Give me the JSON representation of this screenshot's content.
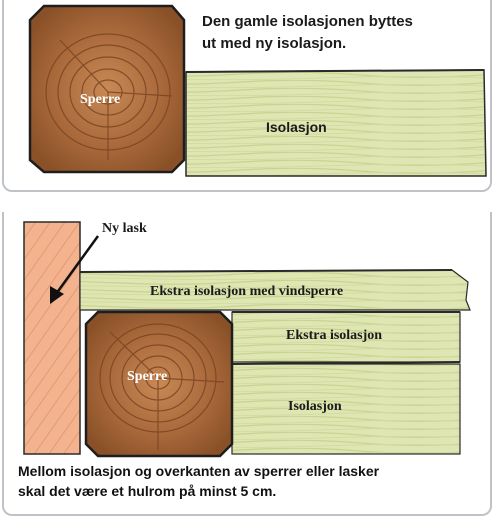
{
  "top": {
    "caption_line1": "Den gamle isolasjonen byttes",
    "caption_line2": "ut med ny isolasjon.",
    "rafter_label": "Sperre",
    "insulation_label": "Isolasjon"
  },
  "bottom": {
    "new_strip_label": "Ny lask",
    "extra_wind_label": "Ekstra isolasjon med vindsperre",
    "extra_label": "Ekstra isolasjon",
    "rafter_label": "Sperre",
    "insulation_label": "Isolasjon"
  },
  "footer": {
    "line1": "Mellom isolasjon og overkanten av sperrer eller lasker",
    "line2": "skal det være et hulrom på minst 5 cm."
  },
  "colors": {
    "wood": "#a8683a",
    "wood_dark": "#7a4522",
    "insulation": "#dfe6b4",
    "insulation_stripe": "#c8d48e",
    "strip": "#f2b38e",
    "outline": "#2a2a2a"
  }
}
